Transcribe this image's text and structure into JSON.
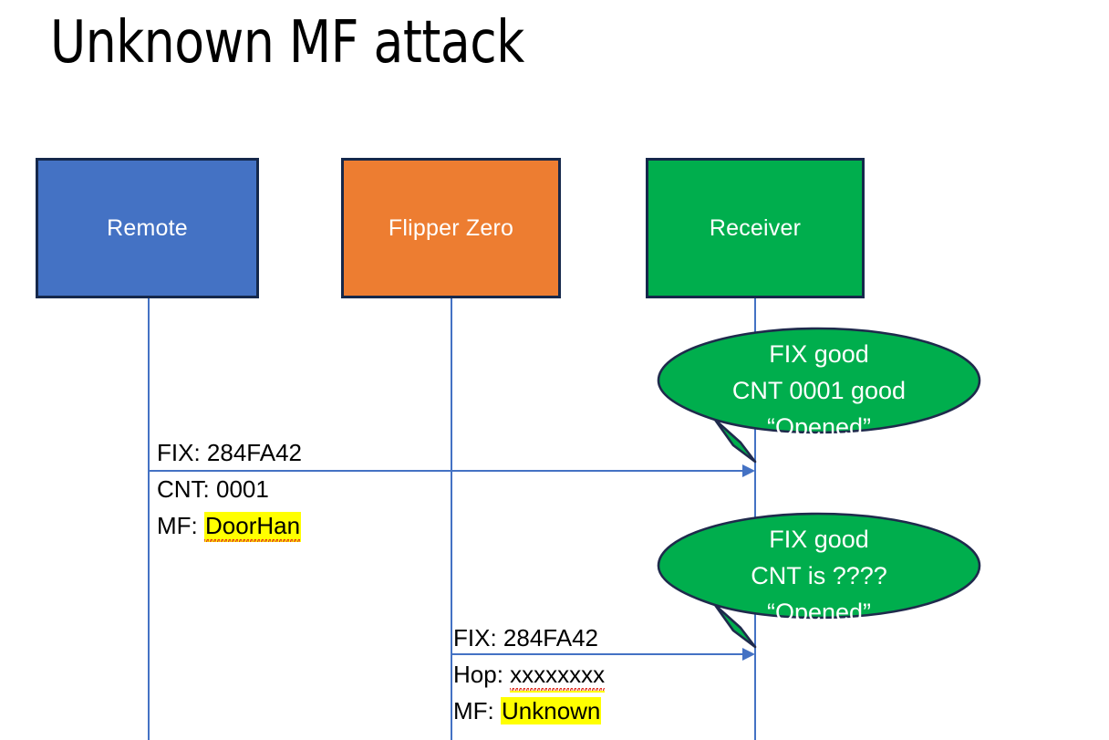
{
  "slide": {
    "title": "Unknown MF attack",
    "background": "#FFFFFF"
  },
  "colors": {
    "remote_fill": "#4472C4",
    "flipper_fill": "#ED7D31",
    "receiver_fill": "#00AE4D",
    "box_border": "#15284B",
    "arrow": "#4472C4",
    "highlight": "#FFFF00",
    "spellcheck_underline": "#E03020",
    "text": "#000000",
    "box_label_text": "#FFFFFF"
  },
  "actors": [
    {
      "id": "remote",
      "label": "Remote"
    },
    {
      "id": "flipper",
      "label": "Flipper Zero"
    },
    {
      "id": "receiver",
      "label": "Receiver"
    }
  ],
  "messages": [
    {
      "id": "remote-to-receiver",
      "from": "remote",
      "to": "receiver",
      "lines": [
        {
          "prefix": "FIX: ",
          "value": "284FA42",
          "highlight": false,
          "spellcheck": false
        },
        {
          "prefix": "CNT: ",
          "value": "0001",
          "highlight": false,
          "spellcheck": false
        },
        {
          "prefix": "MF: ",
          "value": "DoorHan",
          "highlight": true,
          "spellcheck": true
        }
      ]
    },
    {
      "id": "flipper-to-receiver",
      "from": "flipper",
      "to": "receiver",
      "lines": [
        {
          "prefix": "FIX: ",
          "value": "284FA42",
          "highlight": false,
          "spellcheck": false
        },
        {
          "prefix": "Hop: ",
          "value": "xxxxxxxx",
          "highlight": false,
          "spellcheck": true
        },
        {
          "prefix": "MF: ",
          "value": "Unknown",
          "highlight": true,
          "spellcheck": false
        }
      ]
    }
  ],
  "callouts": [
    {
      "id": "callout-first",
      "lines": [
        "FIX good",
        "CNT 0001 good",
        "“Opened”"
      ]
    },
    {
      "id": "callout-second",
      "lines": [
        "FIX good",
        "CNT is ????",
        "“Opened”"
      ]
    }
  ]
}
